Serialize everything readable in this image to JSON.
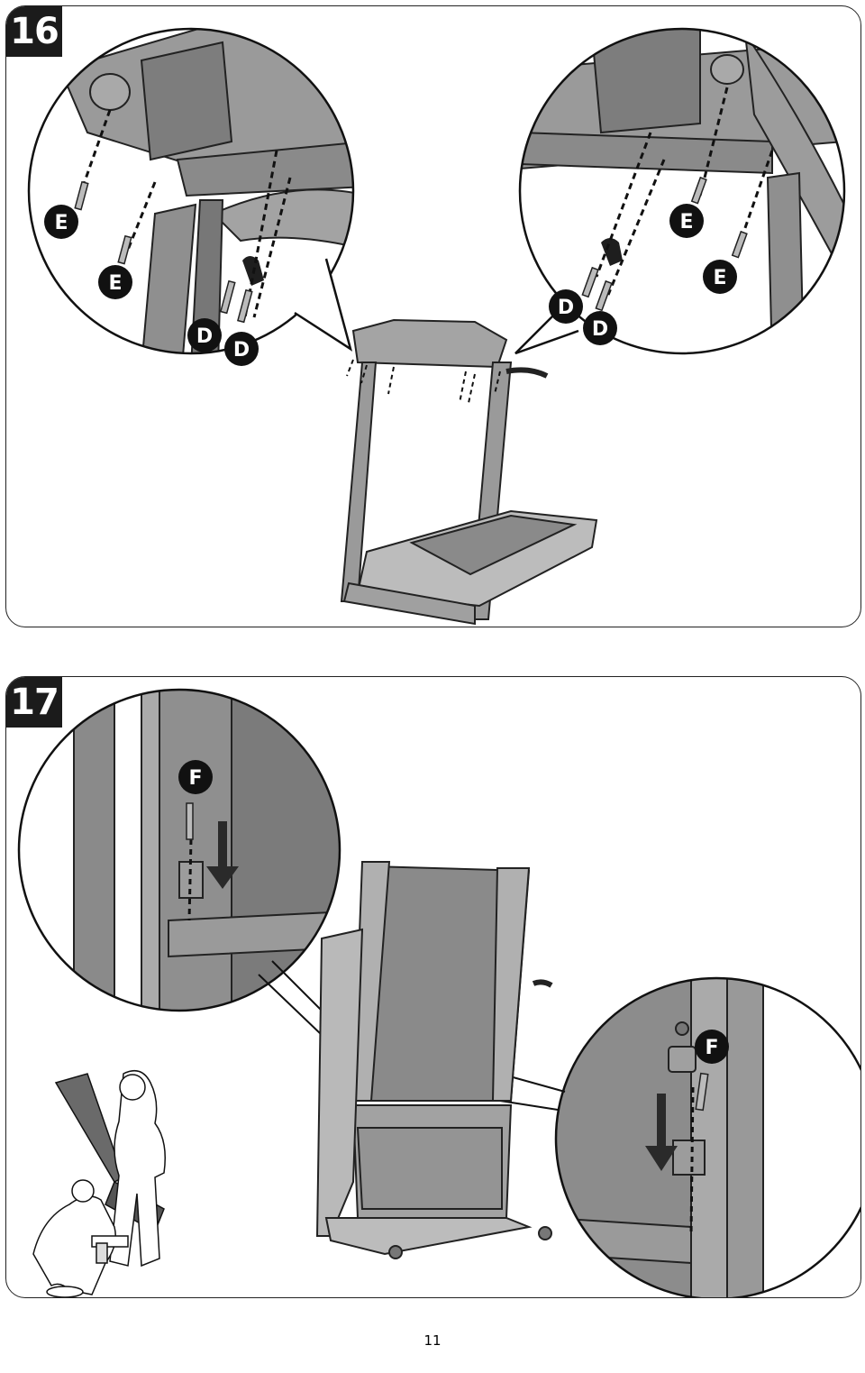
{
  "steps": [
    {
      "number": "16",
      "callout_labels": [
        "E",
        "E",
        "D",
        "D",
        "E",
        "E",
        "D",
        "D"
      ]
    },
    {
      "number": "17",
      "callout_labels": [
        "F",
        "F"
      ]
    }
  ],
  "page_number": "11",
  "colors": {
    "frame_gray": "#8c8c8c",
    "light_gray": "#b4b4b4",
    "dark_gray": "#5a5a5a",
    "step_badge": "#1b1b1b",
    "outline": "#222222"
  }
}
